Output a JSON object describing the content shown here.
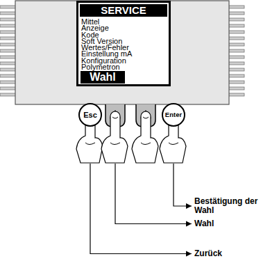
{
  "diagram": {
    "nodes": [
      {
        "text": [
          "SERVICE",
          "Mittel",
          "Anzeige",
          "Kode",
          "Soft Version",
          "Wertes/Fehler",
          "Einstellung mA",
          "Konfiguration",
          "Polymetron"
        ]
      },
      {
        "text": [
          "Wahl"
        ],
        "in": 0
      },
      {
        "text": [
          "Esc"
        ]
      },
      {
        "text": [
          "Enter"
        ]
      }
    ],
    "labels": [
      "Bestätigung der Wahl",
      "Wahl",
      "Zurück"
    ]
  }
}
